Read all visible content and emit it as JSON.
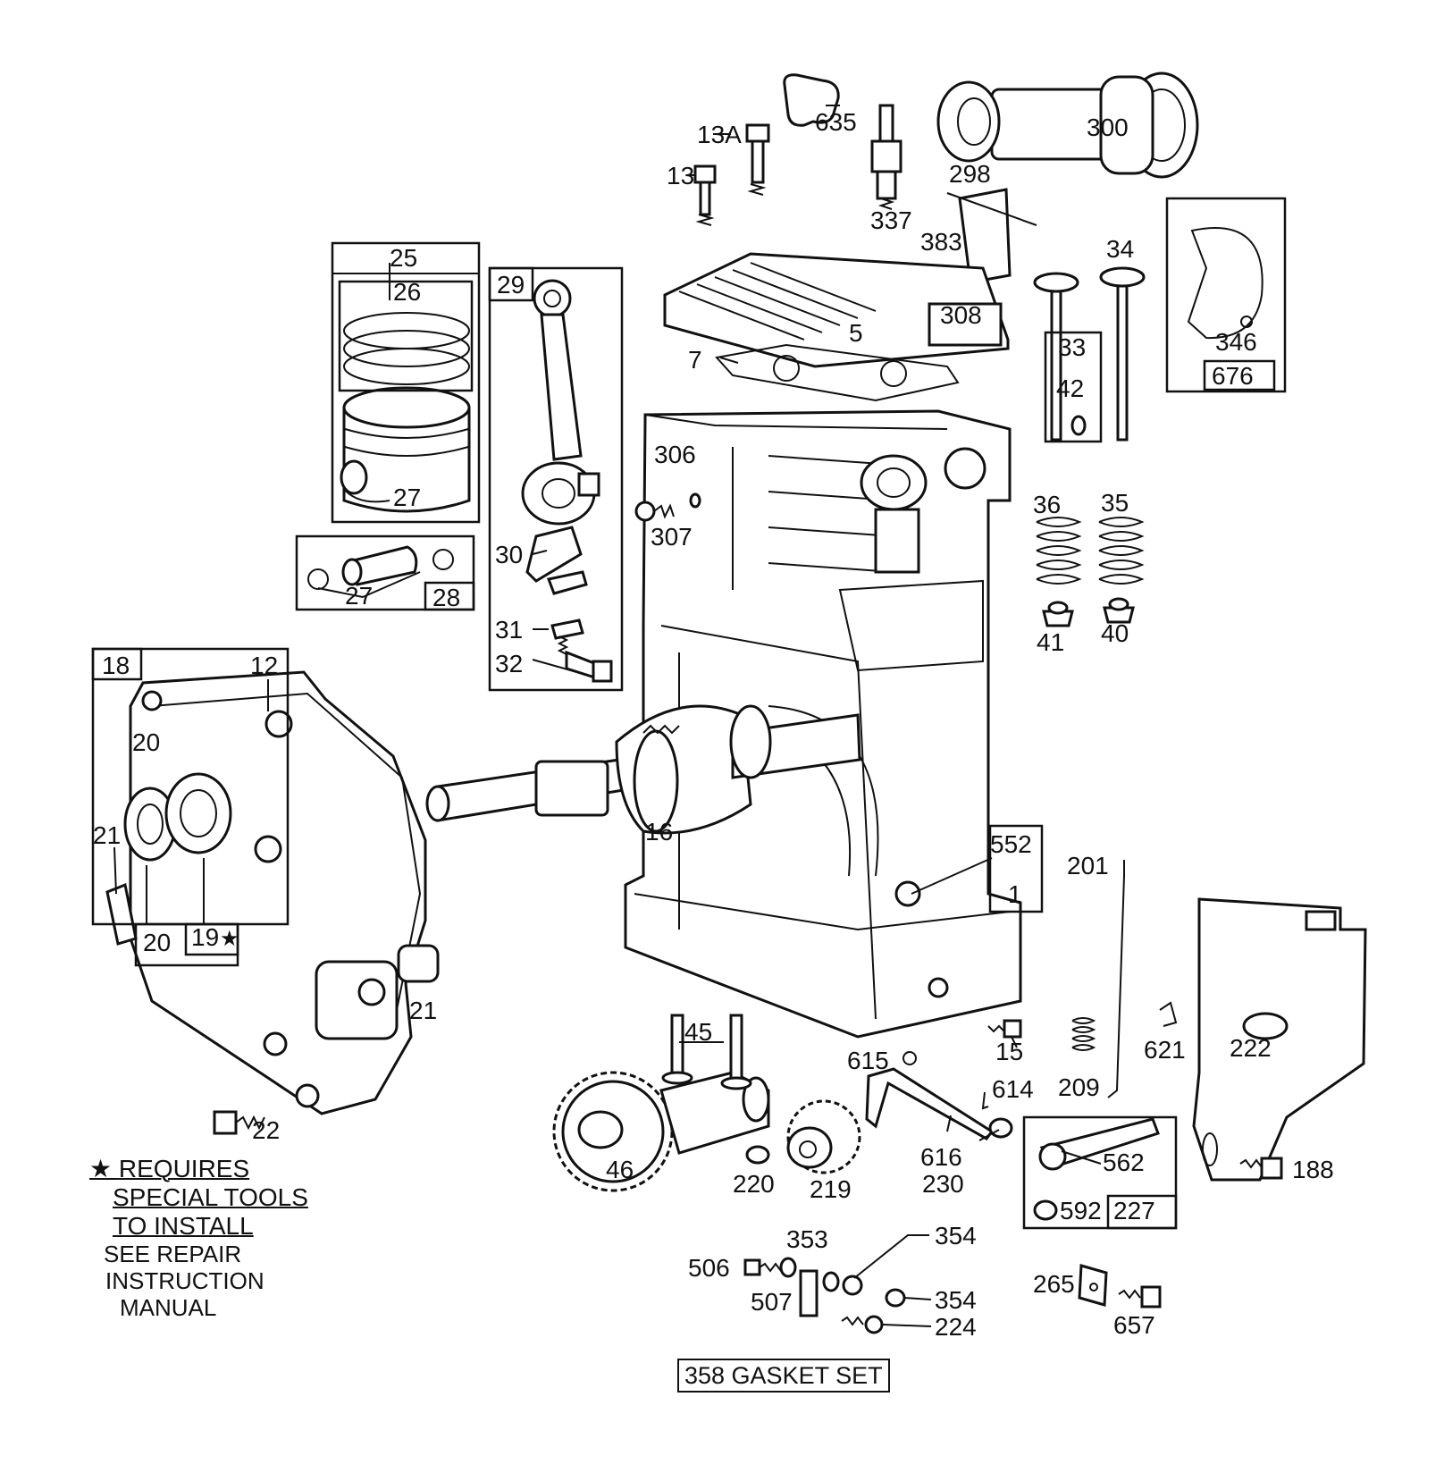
{
  "labels": {
    "p1": "1",
    "p5": "5",
    "p7": "7",
    "p12": "12",
    "p13": "13",
    "p13a": "13A",
    "p15": "15",
    "p16": "16",
    "p18": "18",
    "p19": "19",
    "p20a": "20",
    "p20b": "20",
    "p21a": "21",
    "p21b": "21",
    "p22": "22",
    "p25": "25",
    "p26": "26",
    "p27a": "27",
    "p27b": "27",
    "p28": "28",
    "p29": "29",
    "p30": "30",
    "p31": "31",
    "p32": "32",
    "p33": "33",
    "p34": "34",
    "p35": "35",
    "p36": "36",
    "p40": "40",
    "p41": "41",
    "p42": "42",
    "p45": "45",
    "p46": "46",
    "p188": "188",
    "p201": "201",
    "p209": "209",
    "p219": "219",
    "p220": "220",
    "p222": "222",
    "p224": "224",
    "p227": "227",
    "p230": "230",
    "p265": "265",
    "p298": "298",
    "p300": "300",
    "p306": "306",
    "p307": "307",
    "p308": "308",
    "p337": "337",
    "p346": "346",
    "p353": "353",
    "p354a": "354",
    "p354b": "354",
    "p383": "383",
    "p506": "506",
    "p507": "507",
    "p552": "552",
    "p562": "562",
    "p592": "592",
    "p614": "614",
    "p615": "615",
    "p616": "616",
    "p621": "621",
    "p635": "635",
    "p657": "657",
    "p676": "676"
  },
  "note": {
    "requires_line1": "REQUIRES",
    "requires_line2": "SPECIAL TOOLS",
    "requires_line3": "TO INSTALL",
    "see_line1": "SEE REPAIR",
    "see_line2": "INSTRUCTION",
    "see_line3": "MANUAL"
  },
  "gasket_set": "358 GASKET SET"
}
